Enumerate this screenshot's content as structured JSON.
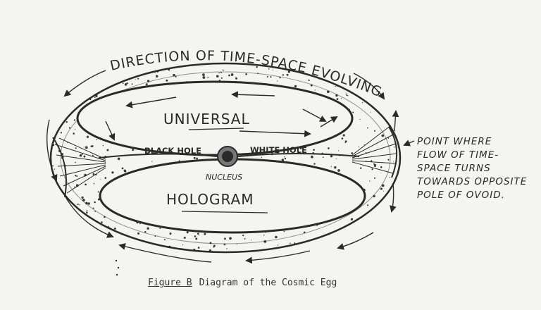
{
  "diagram": {
    "top_label": "DIRECTION OF TIME-SPACE EVOLVING",
    "upper_lobe_label": "UNIVERSAL",
    "lower_lobe_label": "HOLOGRAM",
    "left_node_label": "BLACK HOLE",
    "right_node_label": "WHITE HOLE",
    "center_label": "NUCLEUS",
    "side_note": [
      "POINT WHERE",
      "FLOW OF TIME-",
      "SPACE TURNS",
      "TOWARDS OPPOSITE",
      "POLE OF OVOID."
    ]
  },
  "caption": {
    "figure": "Figure B",
    "title": "Diagram of the Cosmic Egg"
  },
  "colors": {
    "ink": "#2a2a2a",
    "paper": "#f4f4f1"
  }
}
